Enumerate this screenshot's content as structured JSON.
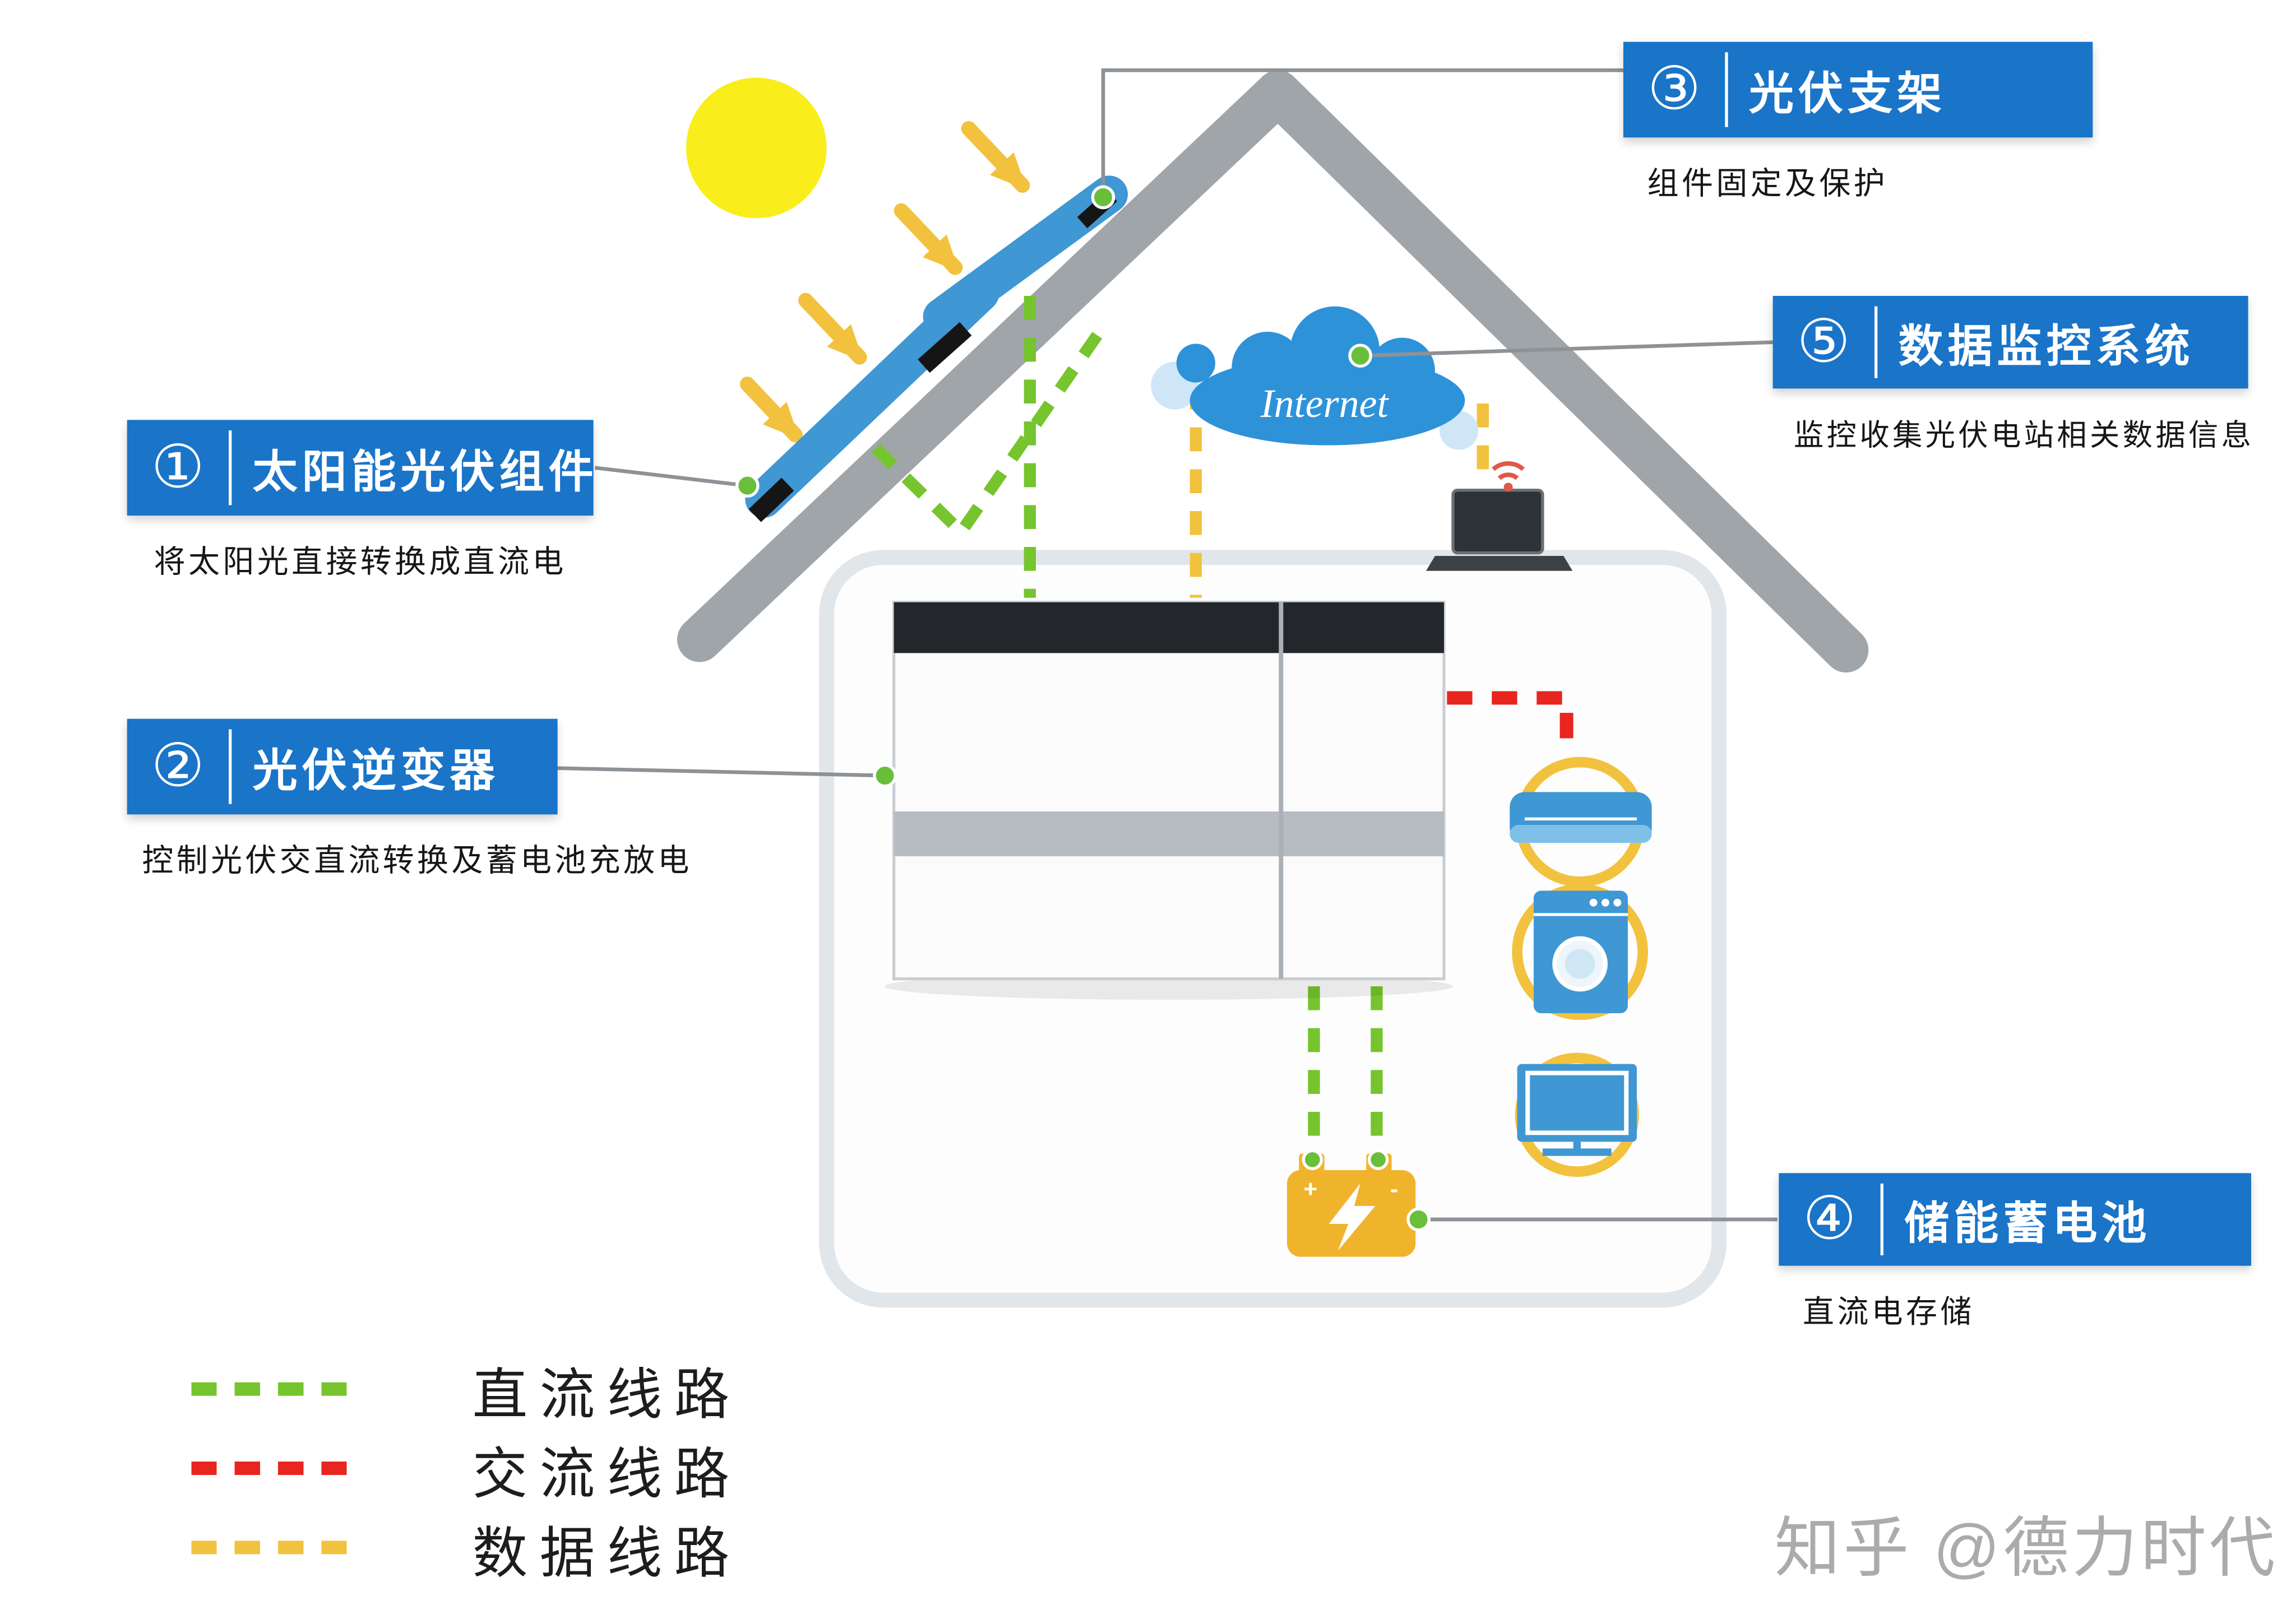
{
  "labels": [
    {
      "num": "①",
      "title": "太阳能光伏组件",
      "desc": "将太阳光直接转换成直流电"
    },
    {
      "num": "②",
      "title": "光伏逆变器",
      "desc": "控制光伏交直流转换及蓄电池充放电"
    },
    {
      "num": "③",
      "title": "光伏支架",
      "desc": "组件固定及保护"
    },
    {
      "num": "④",
      "title": "储能蓄电池",
      "desc": "直流电存储"
    },
    {
      "num": "⑤",
      "title": "数据监控系统",
      "desc": "监控收集光伏电站相关数据信息"
    }
  ],
  "internet_label": "Internet",
  "battery": {
    "plus": "+",
    "minus": "-"
  },
  "legend": [
    {
      "label": "直流线路",
      "color": "#76c42e"
    },
    {
      "label": "交流线路",
      "color": "#e8251f"
    },
    {
      "label": "数据线路",
      "color": "#f2c23e"
    }
  ],
  "watermark": "知乎 @德力时代",
  "colors": {
    "callout_blue": "#1a74c8",
    "roof_gray": "#a0a5aa",
    "panel_blue": "#3f97d3",
    "sun_yellow": "#f9ee1b",
    "cloud_blue": "#2e92d9",
    "battery_yellow": "#f0b42c",
    "dc_line": "#76c42e",
    "ac_line": "#e8251f",
    "data_line": "#f2c23e"
  }
}
